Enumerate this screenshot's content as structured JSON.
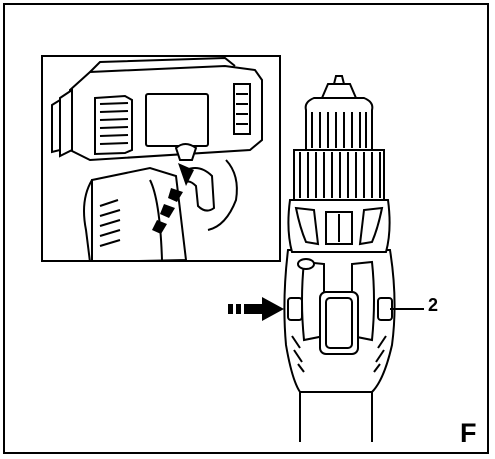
{
  "figure": {
    "label": "F",
    "callout": "2"
  },
  "icons": [
    "inset-trigger-illustration",
    "drill-top-view",
    "push-arrow-dashed",
    "direction-switch"
  ],
  "colors": {
    "ink": "#000000",
    "paper": "#ffffff"
  }
}
